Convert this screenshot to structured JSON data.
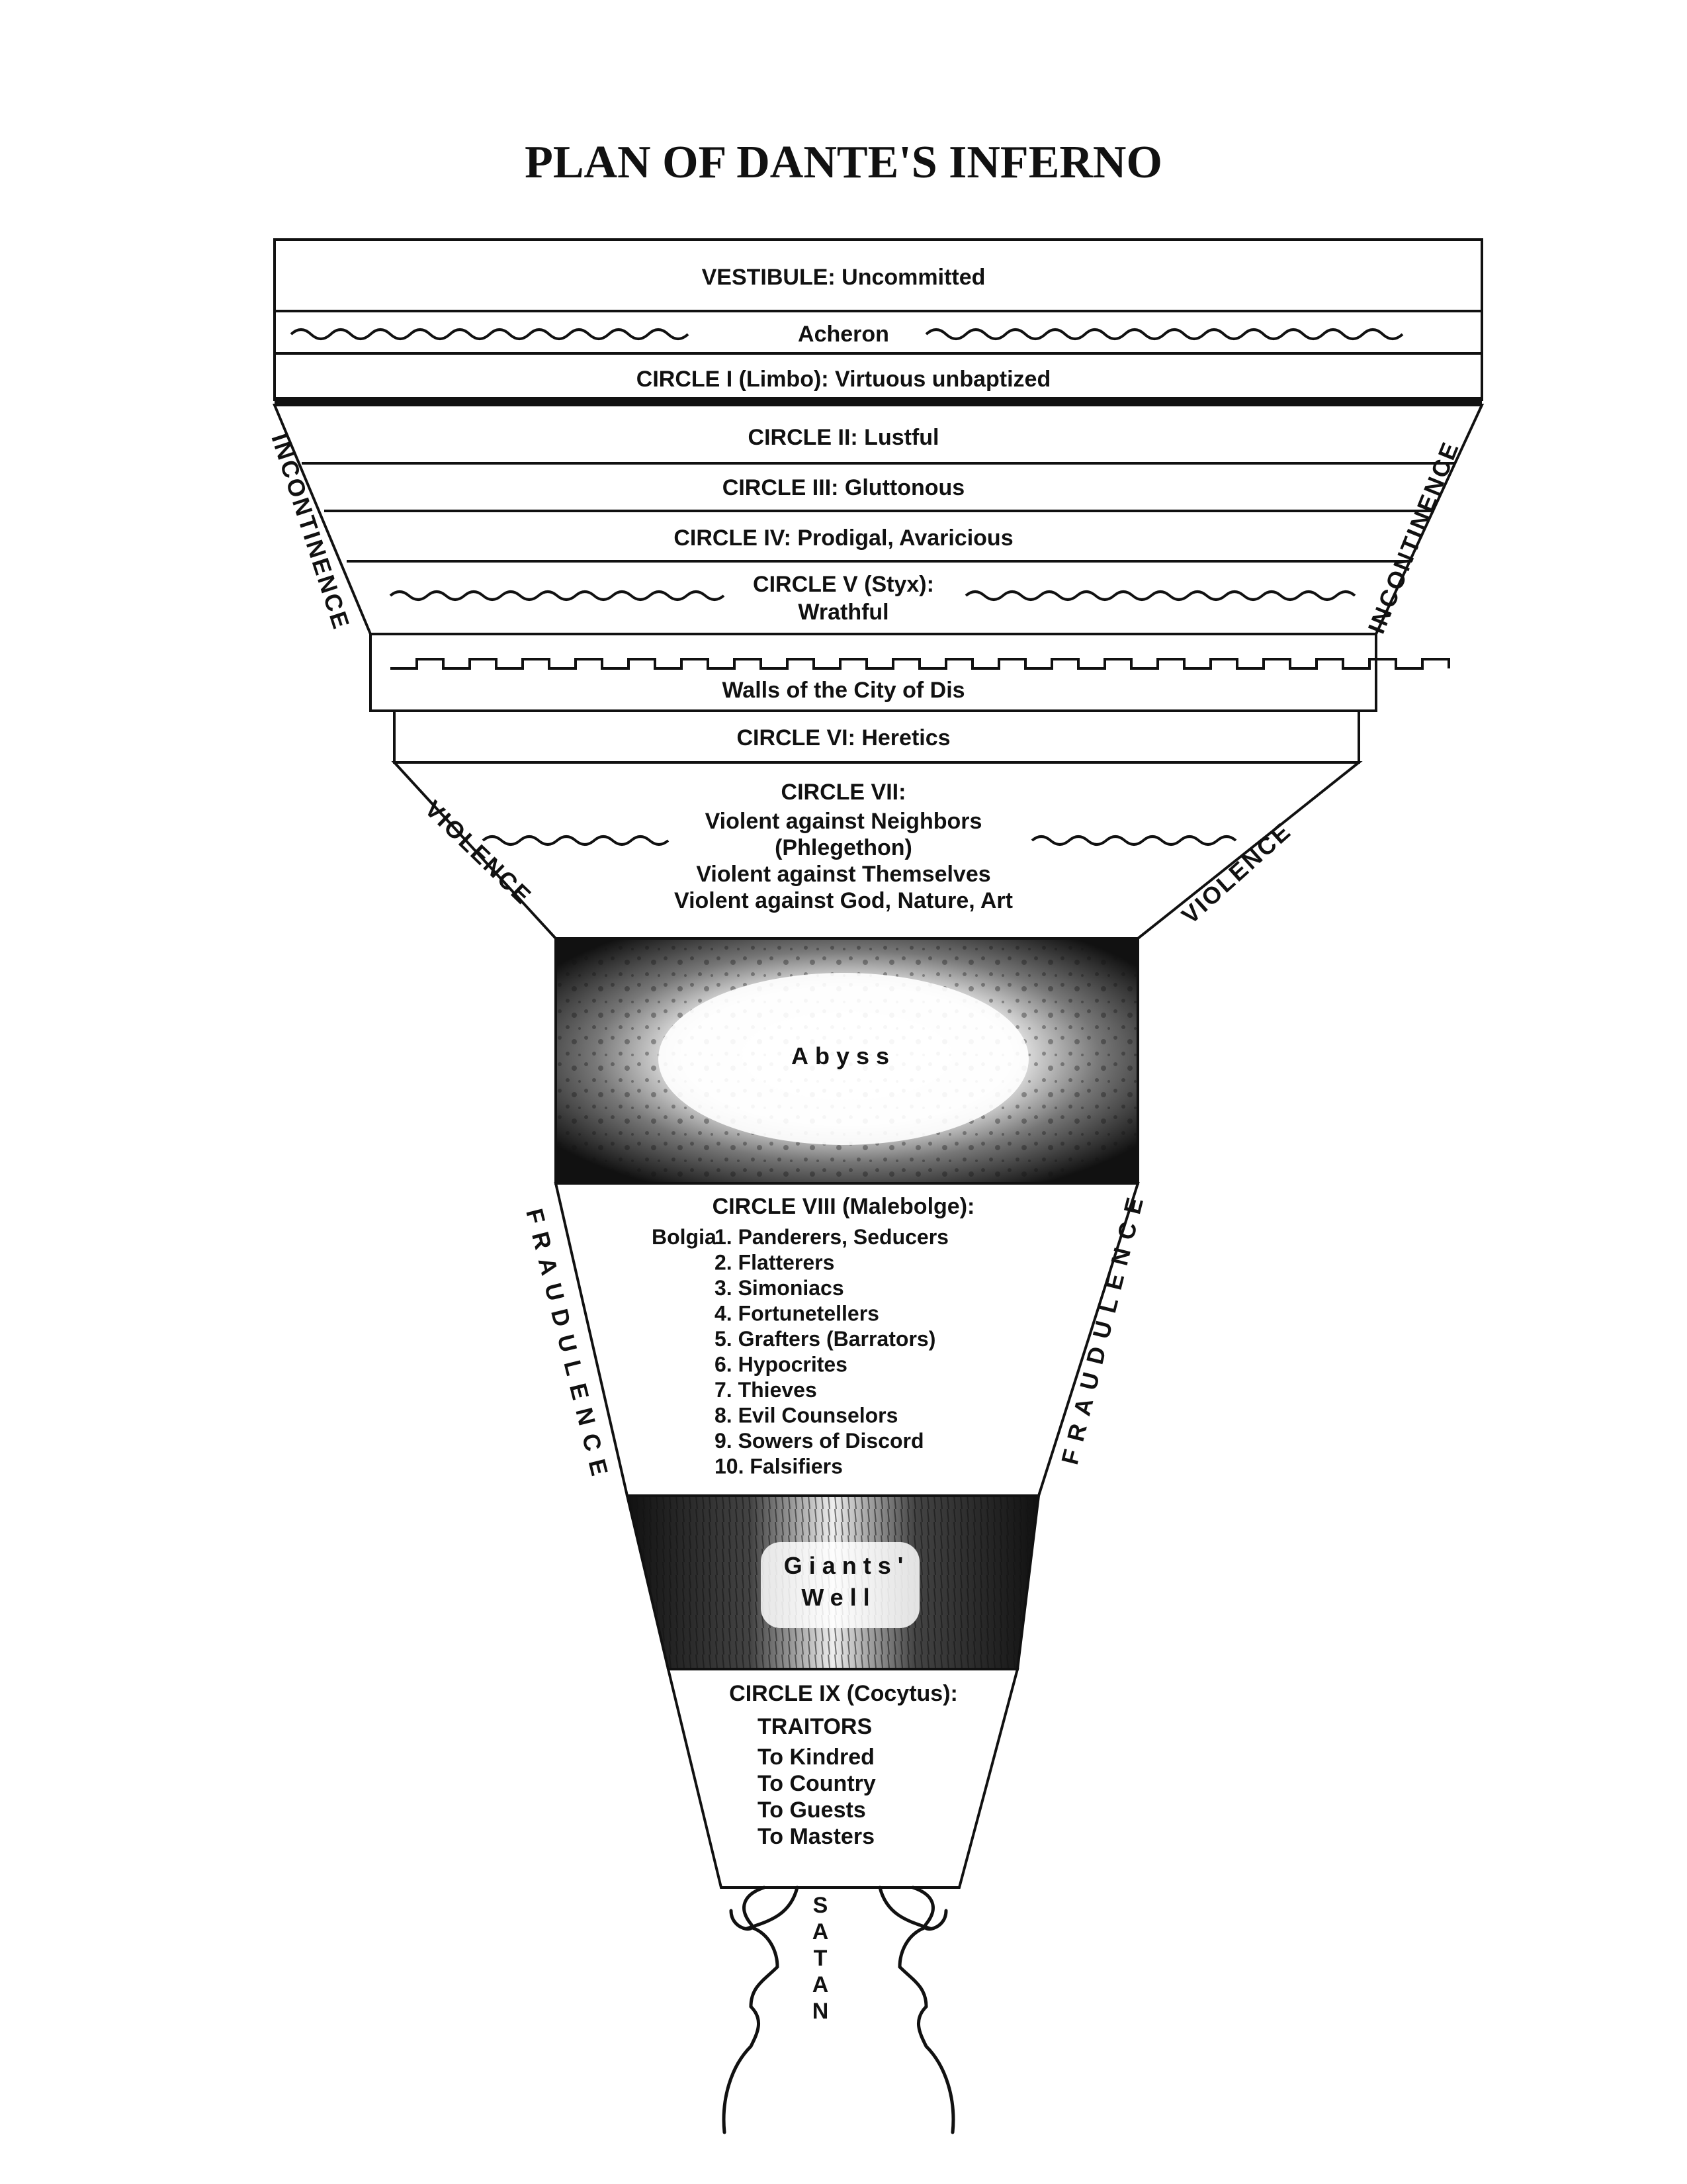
{
  "title": "PLAN OF DANTE'S INFERNO",
  "levels": {
    "vestibule": "VESTIBULE: Uncommitted",
    "acheron": "Acheron",
    "circle1": "CIRCLE I (Limbo): Virtuous unbaptized",
    "circle2": "CIRCLE II: Lustful",
    "circle3": "CIRCLE III: Gluttonous",
    "circle4": "CIRCLE IV: Prodigal, Avaricious",
    "circle5_line1": "CIRCLE V (Styx):",
    "circle5_line2": "Wrathful",
    "dis": "Walls of the City of Dis",
    "circle6": "CIRCLE VI: Heretics",
    "circle7_title": "CIRCLE VII:",
    "circle7_line1": "Violent against Neighbors",
    "circle7_line2": "(Phlegethon)",
    "circle7_line3": "Violent against Themselves",
    "circle7_line4": "Violent against God, Nature, Art",
    "abyss": "Abyss",
    "circle8_title": "CIRCLE VIII (Malebolge):",
    "bolgia_label": "Bolgia",
    "bolgia": [
      "1. Panderers, Seducers",
      "2. Flatterers",
      "3. Simoniacs",
      "4. Fortunetellers",
      "5. Grafters (Barrators)",
      "6. Hypocrites",
      "7. Thieves",
      "8. Evil Counselors",
      "9. Sowers of Discord",
      "10. Falsifiers"
    ],
    "giants_line1": "Giants'",
    "giants_line2": "Well",
    "circle9_title": "CIRCLE IX (Cocytus):",
    "traitors": "TRAITORS",
    "traitor_groups": [
      "To Kindred",
      "To Country",
      "To Guests",
      "To Masters"
    ],
    "satan": [
      "S",
      "A",
      "T",
      "A",
      "N"
    ]
  },
  "side_labels": {
    "incontinence": "INCONTINENCE",
    "violence": "VIOLENCE",
    "fraudulence": "FRAUDULENCE"
  },
  "colors": {
    "ink": "#111111",
    "paper": "#ffffff"
  }
}
